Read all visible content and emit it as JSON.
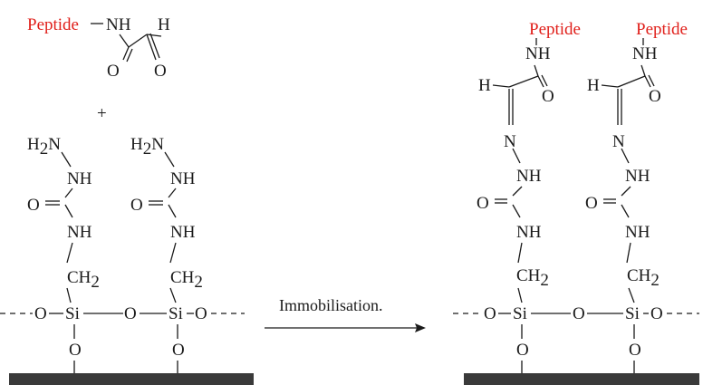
{
  "reactant": {
    "peptide_label": "Peptide",
    "nh_label": "NH",
    "h_label": "H",
    "o_label": "O"
  },
  "plus_sign": "+",
  "surface_left": {
    "h2n_label": "H",
    "h2n_sub": "2",
    "h2n_n": "N",
    "nh_label": "NH",
    "o_label": "O",
    "ch2_label": "CH",
    "ch2_sub": "2",
    "si_label": "Si",
    "o_bridge_label": "O"
  },
  "arrow": {
    "label": "Immobilisation."
  },
  "product": {
    "peptide_label": "Peptide",
    "nh_label": "NH",
    "h_label": "H",
    "o_label": "O",
    "n_label": "N",
    "ch2_label": "CH",
    "ch2_sub": "2",
    "si_label": "Si"
  },
  "colors": {
    "peptide": "#e0201b",
    "bonds": "#1a1a1a",
    "surface_bar": "#3a3a3a"
  }
}
